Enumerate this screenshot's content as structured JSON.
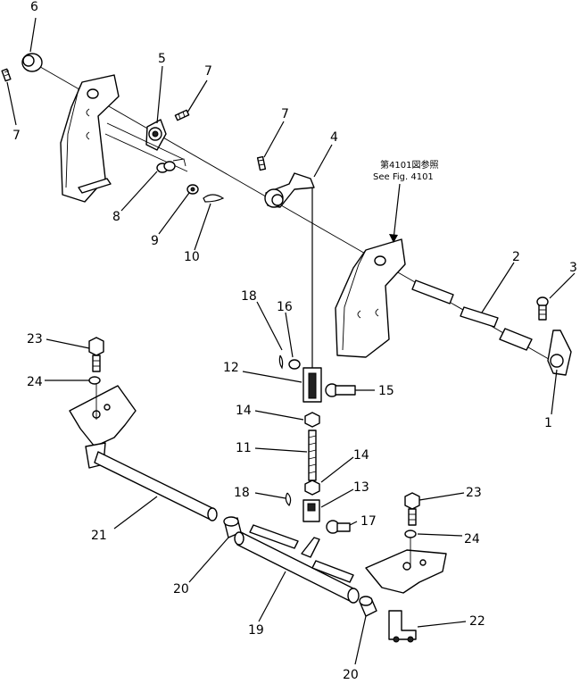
{
  "figure": {
    "reference_jp": "第4101図参照",
    "reference_en": "See Fig. 4101"
  },
  "callouts": [
    {
      "id": "c6",
      "label": "6"
    },
    {
      "id": "c7a",
      "label": "7"
    },
    {
      "id": "c5",
      "label": "5"
    },
    {
      "id": "c7b",
      "label": "7"
    },
    {
      "id": "c7c",
      "label": "7"
    },
    {
      "id": "c4",
      "label": "4"
    },
    {
      "id": "c8",
      "label": "8"
    },
    {
      "id": "c9",
      "label": "9"
    },
    {
      "id": "c10",
      "label": "10"
    },
    {
      "id": "c2",
      "label": "2"
    },
    {
      "id": "c3",
      "label": "3"
    },
    {
      "id": "c1",
      "label": "1"
    },
    {
      "id": "c18a",
      "label": "18"
    },
    {
      "id": "c16",
      "label": "16"
    },
    {
      "id": "c12",
      "label": "12"
    },
    {
      "id": "c15",
      "label": "15"
    },
    {
      "id": "c14a",
      "label": "14"
    },
    {
      "id": "c11",
      "label": "11"
    },
    {
      "id": "c14b",
      "label": "14"
    },
    {
      "id": "c13",
      "label": "13"
    },
    {
      "id": "c18b",
      "label": "18"
    },
    {
      "id": "c17",
      "label": "17"
    },
    {
      "id": "c23a",
      "label": "23"
    },
    {
      "id": "c24a",
      "label": "24"
    },
    {
      "id": "c21",
      "label": "21"
    },
    {
      "id": "c20a",
      "label": "20"
    },
    {
      "id": "c19",
      "label": "19"
    },
    {
      "id": "c20b",
      "label": "20"
    },
    {
      "id": "c23b",
      "label": "23"
    },
    {
      "id": "c24b",
      "label": "24"
    },
    {
      "id": "c22",
      "label": "22"
    }
  ]
}
